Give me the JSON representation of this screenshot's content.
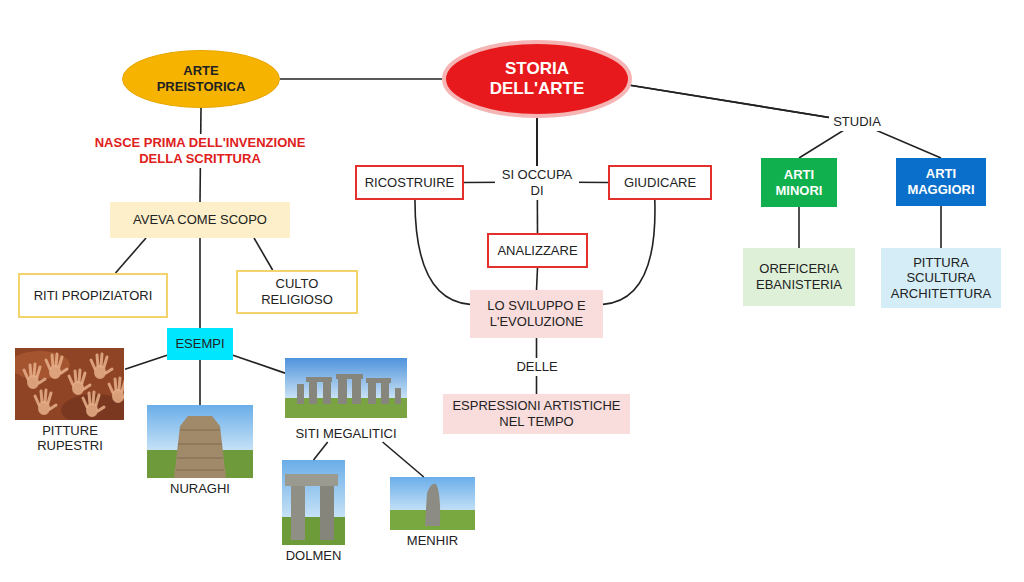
{
  "diagram": {
    "nodes": [
      {
        "text": [
          "STORIA DELL'ARTE"
        ]
      },
      {
        "text": [
          "ARTE PREISTORICA"
        ]
      },
      {
        "text": [
          "AVEVA COME SCOPO"
        ]
      },
      {
        "text": [
          "RITI PROPIZIATORI"
        ]
      },
      {
        "text": [
          "CULTO RELIGIOSO"
        ]
      },
      {
        "text": [
          "ESEMPI"
        ]
      },
      {
        "text": [
          "PITTURE RUPESTRI"
        ]
      },
      {
        "text": [
          "NURAGHI"
        ]
      },
      {
        "text": [
          "SITI MEGALITICI"
        ]
      },
      {
        "text": [
          "DOLMEN"
        ]
      },
      {
        "text": [
          "MENHIR"
        ]
      },
      {
        "text": [
          "RICOSTRUIRE"
        ]
      },
      {
        "text": [
          "ANALIZZARE"
        ]
      },
      {
        "text": [
          "GIUDICARE"
        ]
      },
      {
        "text": [
          "LO SVILUPPO E L'EVOLUZIONE"
        ]
      },
      {
        "text": [
          "ESPRESSIONI ARTISTICHE NEL TEMPO"
        ]
      },
      {
        "text": [
          "ARTI MINORI"
        ]
      },
      {
        "text": [
          "ARTI MAGGIORI"
        ]
      },
      {
        "text": [
          "OREFICERIA EBANISTERIA"
        ]
      },
      {
        "text": [
          "PITTURA SCULTURA ARCHITETTURA"
        ]
      }
    ],
    "edges": [
      {
        "from": 0,
        "to": 1,
        "arrow": "none"
      },
      {
        "from": 1,
        "to": 2,
        "label": "NASCE PRIMA DELL'INVENZIONE DELLA SCRITTURA",
        "arrow": "none"
      },
      {
        "from": 2,
        "to": 3,
        "arrow": "none"
      },
      {
        "from": 2,
        "to": 4,
        "arrow": "none"
      },
      {
        "from": 2,
        "to": 5,
        "arrow": "none"
      },
      {
        "from": 5,
        "to": 6,
        "arrow": "none"
      },
      {
        "from": 5,
        "to": 7,
        "arrow": "none"
      },
      {
        "from": 5,
        "to": 8,
        "arrow": "none"
      },
      {
        "from": 8,
        "to": 9,
        "arrow": "none"
      },
      {
        "from": 8,
        "to": 10,
        "arrow": "none"
      },
      {
        "from": 0,
        "to": 11,
        "arrow": "none"
      },
      {
        "from": 0,
        "to": 12,
        "label": "SI OCCUPA DI",
        "arrow": "none"
      },
      {
        "from": 0,
        "to": 13,
        "arrow": "none"
      },
      {
        "from": 11,
        "to": 14,
        "arrow": "none"
      },
      {
        "from": 12,
        "to": 14,
        "arrow": "none"
      },
      {
        "from": 13,
        "to": 14,
        "arrow": "none"
      },
      {
        "from": 14,
        "to": 15,
        "label": "DELLE",
        "arrow": "none"
      },
      {
        "from": 0,
        "to": 16,
        "label": "STUDIA",
        "arrow": "none"
      },
      {
        "from": 0,
        "to": 17,
        "arrow": "none"
      },
      {
        "from": 16,
        "to": 18,
        "arrow": "none"
      },
      {
        "from": 17,
        "to": 19,
        "arrow": "none"
      }
    ]
  }
}
